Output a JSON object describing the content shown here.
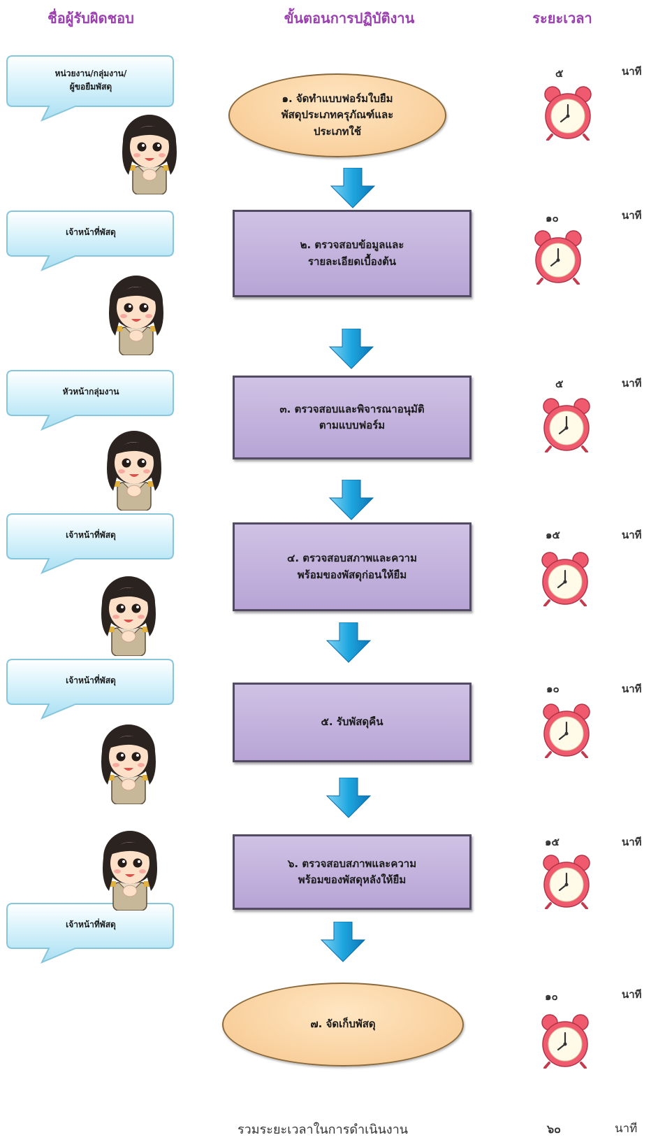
{
  "headers": {
    "responsible": "ชื่อผู้รับผิดชอบ",
    "procedure": "ขั้นตอนการปฏิบัติงาน",
    "duration": "ระยะเวลา"
  },
  "steps": [
    {
      "label": "๑. จัดทำแบบฟอร์มใบยืม\nพัสดุประเภทครุภัณฑ์และ\nประเภทใช้",
      "shape": "oval"
    },
    {
      "label": "๒. ตรวจสอบข้อมูลและ\nรายละเอียดเบื้องต้น",
      "shape": "rect"
    },
    {
      "label": "๓. ตรวจสอบและพิจารณาอนุมัติ\nตามแบบฟอร์ม",
      "shape": "rect"
    },
    {
      "label": "๔. ตรวจสอบสภาพและความ\nพร้อมของพัสดุก่อนให้ยืม",
      "shape": "rect"
    },
    {
      "label": "๕. รับพัสดุคืน",
      "shape": "rect"
    },
    {
      "label": "๖. ตรวจสอบสภาพและความ\nพร้อมของพัสดุหลังให้ยืม",
      "shape": "rect"
    },
    {
      "label": "๗. จัดเก็บพัสดุ",
      "shape": "oval"
    }
  ],
  "responsible": [
    "หน่วยงาน/กลุ่มงาน/\nผู้ขอยืมพัสดุ",
    "เจ้าหน้าที่พัสดุ",
    "หัวหน้ากลุ่มงาน",
    "เจ้าหน้าที่พัสดุ",
    "เจ้าหน้าที่พัสดุ",
    "เจ้าหน้าที่พัสดุ"
  ],
  "durations": [
    {
      "value": "๕",
      "unit": "นาที"
    },
    {
      "value": "๑๐",
      "unit": "นาที"
    },
    {
      "value": "๕",
      "unit": "นาที"
    },
    {
      "value": "๑๕",
      "unit": "นาที"
    },
    {
      "value": "๑๐",
      "unit": "นาที"
    },
    {
      "value": "๑๕",
      "unit": "นาที"
    },
    {
      "value": "๑๐",
      "unit": "นาที"
    }
  ],
  "total": {
    "label": "รวมระยะเวลาในการดำเนินงาน",
    "value": "๖๐",
    "unit": "นาที"
  },
  "colors": {
    "header": "#9b3fb0",
    "rect_fill": "#c6b8df",
    "oval_fill": "#f8cf98",
    "arrow": "#1fa6df",
    "bubble": "#cdeefa",
    "clock": "#f05a6e"
  },
  "icons": {
    "flow_arrow": "down-arrow-icon",
    "clock": "alarm-clock-icon",
    "person": "staff-girl-icon",
    "speech": "speech-bubble-icon"
  }
}
